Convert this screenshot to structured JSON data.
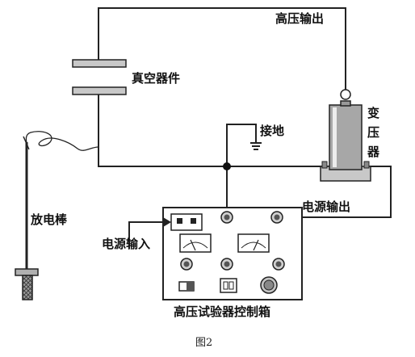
{
  "labels": {
    "hv_output": "高压输出",
    "vacuum_device": "真空器件",
    "transformer_1": "变",
    "transformer_2": "压",
    "transformer_3": "器",
    "ground": "接地",
    "discharge_rod": "放电棒",
    "power_output": "电源输出",
    "power_input": "电源输入",
    "control_box": "高压试验器控制箱",
    "figure_caption": "图2"
  }
}
